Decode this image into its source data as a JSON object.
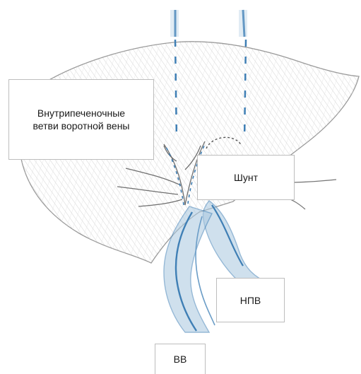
{
  "labels": {
    "intrahepatic_portal_branches": "Внутрипеченочные\nветви воротной вены",
    "shunt": "Шунт",
    "ivc": "НПВ",
    "portal_vein": "ВВ"
  },
  "colors": {
    "pencil_outline": "#9a9a9a",
    "hatching": "#c9c9c9",
    "vessel_blue": "#3f7fb5",
    "vessel_light": "#a9c8e0"
  }
}
